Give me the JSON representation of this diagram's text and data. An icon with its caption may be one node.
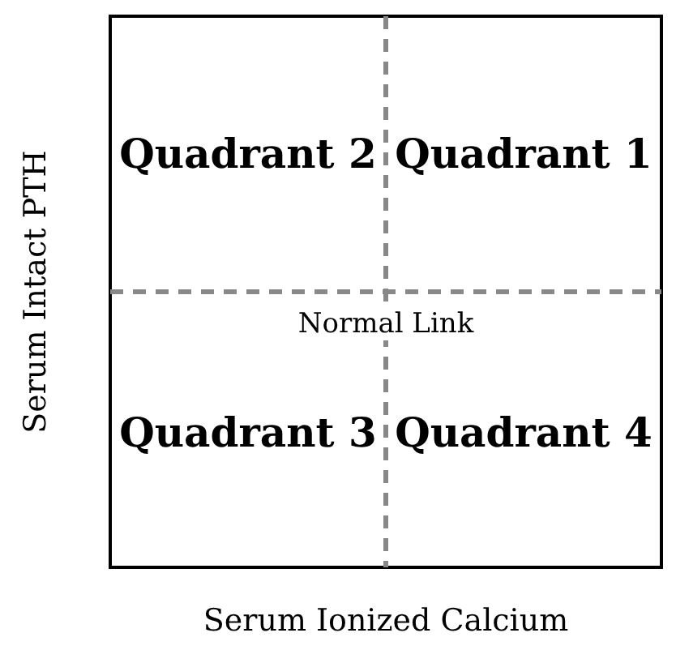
{
  "diagram": {
    "labels": [
      "Quadrant 2",
      "Quadrant 1",
      "Normal Link",
      "Quadrant 3",
      "Quadrant 4",
      "Serum Intact PTH",
      "Serum Ionized Calcium"
    ]
  }
}
